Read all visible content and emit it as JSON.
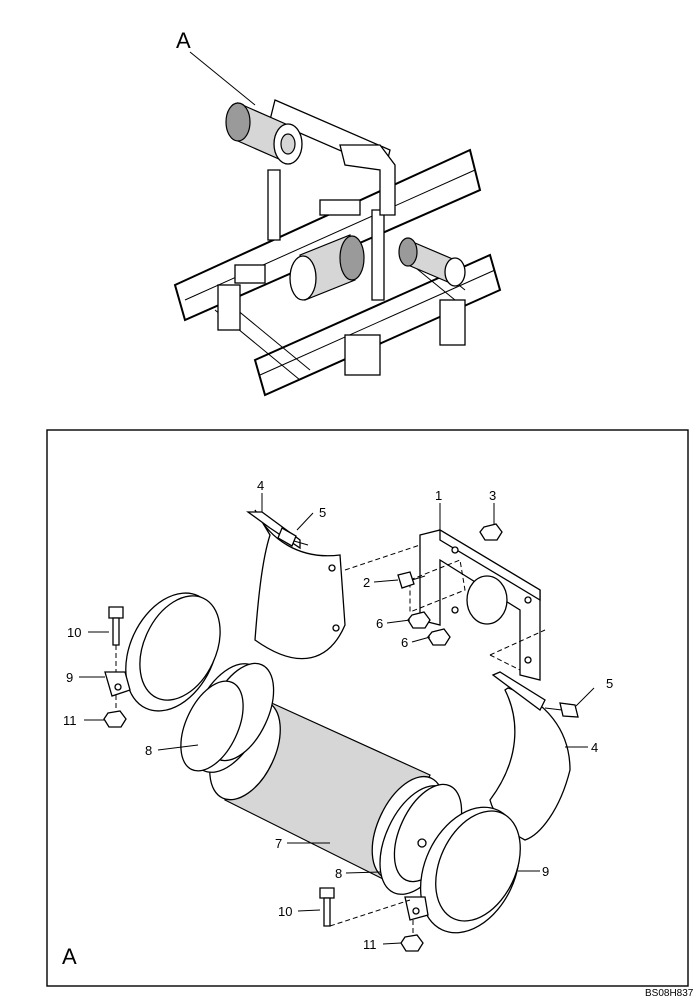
{
  "overview": {
    "callout": "A"
  },
  "detail": {
    "view_label": "A",
    "labels": {
      "p1": "1",
      "p2": "2",
      "p3": "3",
      "p4a": "4",
      "p4b": "4",
      "p5a": "5",
      "p5b": "5",
      "p6a": "6",
      "p6b": "6",
      "p7": "7",
      "p8a": "8",
      "p8b": "8",
      "p9a": "9",
      "p9b": "9",
      "p10a": "10",
      "p10b": "10",
      "p11a": "11",
      "p11b": "11"
    }
  },
  "reference_code": "BS08H837"
}
